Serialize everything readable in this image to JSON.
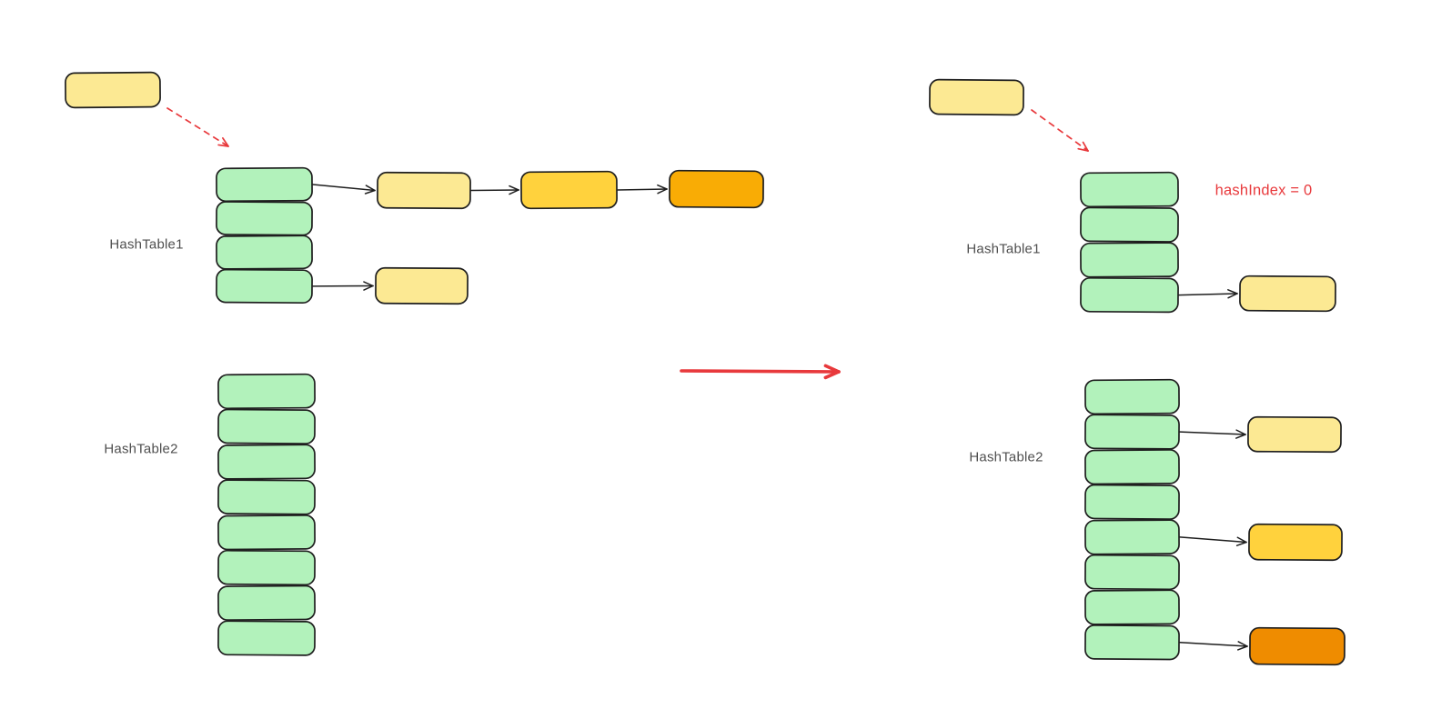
{
  "colors": {
    "background": "#ffffff",
    "stroke": "#1e1e1e",
    "slot_green": "#b2f2bb",
    "yellow_light": "#fce993",
    "gold": "#ffd23d",
    "amber": "#f9ac05",
    "orange_dark": "#ef8c00",
    "red": "#e8393c",
    "label_gray": "#4f4f4f"
  },
  "left_panel": {
    "key_box_color": "yellow_light",
    "table1": {
      "label": "HashTable1",
      "slot_count": 4,
      "chains": [
        {
          "slot": 1,
          "nodes": [
            "yellow_light",
            "gold",
            "amber"
          ]
        },
        {
          "slot": 4,
          "nodes": [
            "yellow_light"
          ]
        }
      ]
    },
    "table2": {
      "label": "HashTable2",
      "slot_count": 8,
      "chains": []
    }
  },
  "transition_arrow": {
    "color": "red"
  },
  "right_panel": {
    "key_box_color": "yellow_light",
    "annotation": {
      "text": "hashIndex = 0",
      "color": "red"
    },
    "table1": {
      "label": "HashTable1",
      "slot_count": 4,
      "chains": [
        {
          "slot": 4,
          "nodes": [
            "yellow_light"
          ]
        }
      ]
    },
    "table2": {
      "label": "HashTable2",
      "slot_count": 8,
      "chains": [
        {
          "slot": 2,
          "nodes": [
            "yellow_light"
          ]
        },
        {
          "slot": 5,
          "nodes": [
            "gold"
          ]
        },
        {
          "slot": 8,
          "nodes": [
            "orange_dark"
          ]
        }
      ]
    }
  }
}
